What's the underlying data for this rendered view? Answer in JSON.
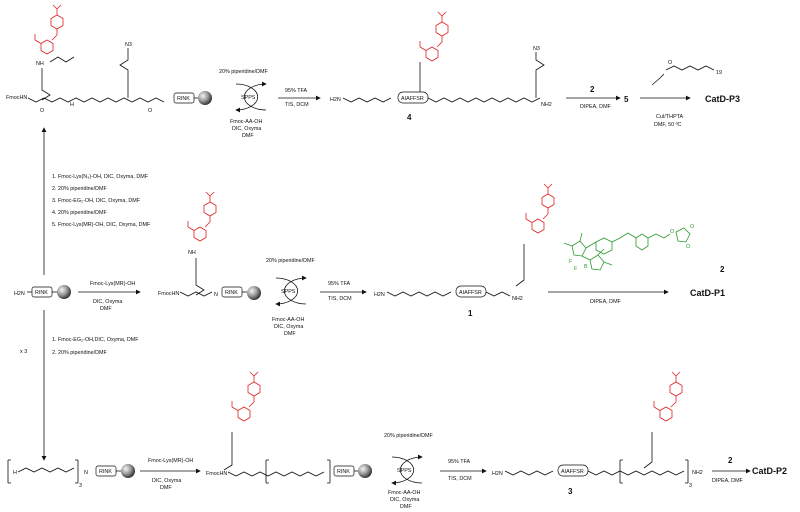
{
  "compounds": {
    "cat_p3": "CatD-P3",
    "cat_p1": "CatD-P1",
    "cat_p2": "CatD-P2",
    "num_4": "4",
    "num_5": "5",
    "num_1": "1",
    "num_2a": "2",
    "num_2b": "2",
    "num_2c": "2",
    "num_3": "3"
  },
  "labels": {
    "rink": "RINK",
    "sequence": "AIAFFSR",
    "fmochn": "FmocHN",
    "h2n": "H2N",
    "nh2": "NH2",
    "n3": "N3",
    "spps": "SPPS",
    "nh": "NH",
    "h": "H",
    "n": "N",
    "o": "O",
    "x3": "x 3"
  },
  "top_row": {
    "cycle_top": "20% piperidine/DMF",
    "cycle_bottom_1": "Fmoc-AA-OH",
    "cycle_bottom_2": "DIC, Oxyma",
    "cycle_bottom_3": "DMF",
    "cleave_1": "95% TFA",
    "cleave_2": "TIS, DCM",
    "step2_top": "2",
    "step2_bottom": "DIPEA, DMF",
    "click_1": "CuI/THPTA",
    "click_2": "DMF, 50 ºC",
    "peg_sub": "19"
  },
  "vertical_steps": {
    "s1": "1. Fmoc-Lys(N₃)-OH, DIC, Oxyma, DMF",
    "s2": "2. 20% piperidine/DMF",
    "s3": "3. Fmoc-EG₂-OH, DIC, Oxyma, DMF",
    "s4": "4. 20% piperidine/DMF",
    "s5": "5. Fmoc-Lys(MR)-OH, DIC, Oxyma, DMF"
  },
  "middle_row": {
    "couple_top": "Fmoc-Lys(MR)-OH",
    "couple_b1": "DIC, Oxyma",
    "couple_b2": "DMF",
    "cycle_top": "20% piperidine/DMF",
    "cycle_bottom_1": "Fmoc-AA-OH",
    "cycle_bottom_2": "DIC, Oxyma",
    "cycle_bottom_3": "DMF",
    "cleave_1": "95% TFA",
    "cleave_2": "TIS, DCM",
    "step_bottom": "DIPEA, DMF"
  },
  "lower_steps": {
    "s1": "1. Fmoc-EG₂-OH,DIC, Oxyma, DMF",
    "s2": "2. 20% piperidine/DMF"
  },
  "bottom_row": {
    "couple_top": "Fmoc-Lys(MR)-OH",
    "couple_b1": "DIC, Oxyma",
    "couple_b2": "DMF",
    "cycle_top": "20% piperidine/DMF",
    "cycle_bottom_1": "Fmoc-AA-OH",
    "cycle_bottom_2": "DIC, Oxyma",
    "cycle_bottom_3": "DMF",
    "cleave_1": "95% TFA",
    "cleave_2": "TIS, DCM",
    "step2_bottom": "DIPEA, DMF",
    "sub_3": "3"
  },
  "colors": {
    "dye": "#e02020",
    "bodipy": "#2c9a2c",
    "ink": "#111111"
  }
}
